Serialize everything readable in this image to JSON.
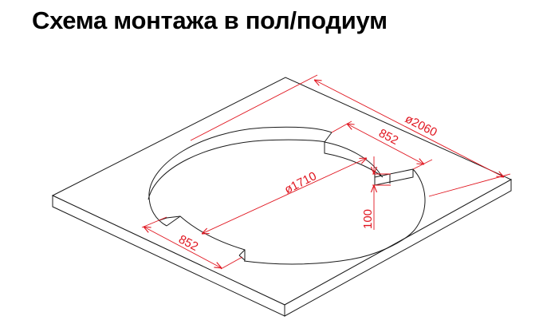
{
  "title": "Схема монтажа в пол/подиум",
  "colors": {
    "outline": "#1a1a1a",
    "dimension": "#e0141e",
    "background": "#ffffff"
  },
  "dimensions": {
    "outer_diameter": "ø2060",
    "inner_diameter": "ø1710",
    "step_length_top": "852",
    "step_length_bottom": "852",
    "depth": "100"
  }
}
